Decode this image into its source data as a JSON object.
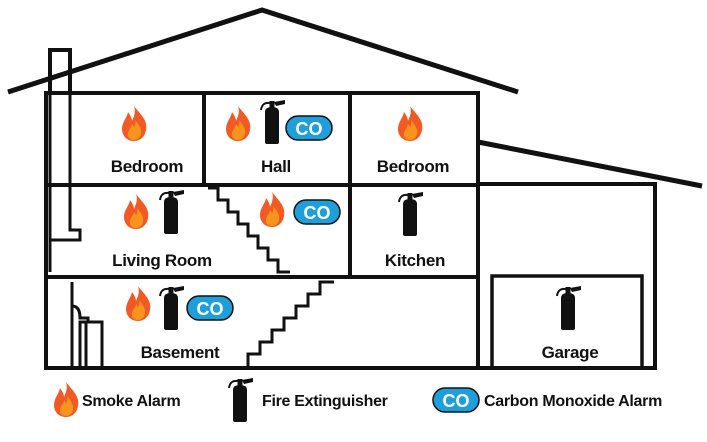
{
  "colors": {
    "outline": "#111111",
    "flame_outer": "#f15a24",
    "flame_inner": "#f7941d",
    "co_fill": "#1e9fd9",
    "extinguisher": "#111111"
  },
  "rooms": {
    "bedroom_left": "Bedroom",
    "hall": "Hall",
    "bedroom_right": "Bedroom",
    "living_room": "Living Room",
    "kitchen": "Kitchen",
    "basement": "Basement",
    "garage": "Garage"
  },
  "icons": {
    "smoke": "flame-icon",
    "extinguisher": "fire-extinguisher-icon",
    "co": "co-badge-icon",
    "co_text": "CO"
  },
  "legend": {
    "smoke_alarm": "Smoke Alarm",
    "fire_extinguisher": "Fire Extinguisher",
    "co_alarm": "Carbon Monoxide Alarm"
  }
}
